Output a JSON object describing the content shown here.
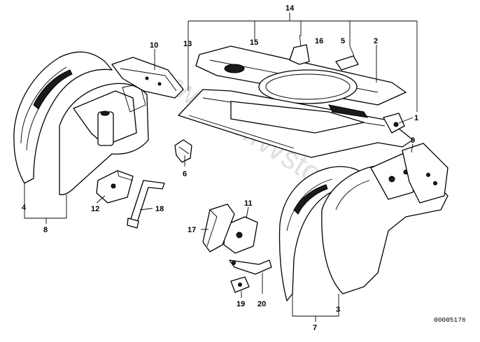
{
  "diagram": {
    "reference_number": "00005176",
    "watermark": "www.BMWstore.nl",
    "callouts": {
      "c1": "1",
      "c2": "2",
      "c3": "3",
      "c4": "4",
      "c5": "5",
      "c6": "6",
      "c7": "7",
      "c8": "8",
      "c9": "9",
      "c10": "10",
      "c11": "11",
      "c12": "12",
      "c13": "13",
      "c14": "14",
      "c15": "15",
      "c16": "16",
      "c17": "17",
      "c18": "18",
      "c19": "19",
      "c20": "20"
    }
  }
}
